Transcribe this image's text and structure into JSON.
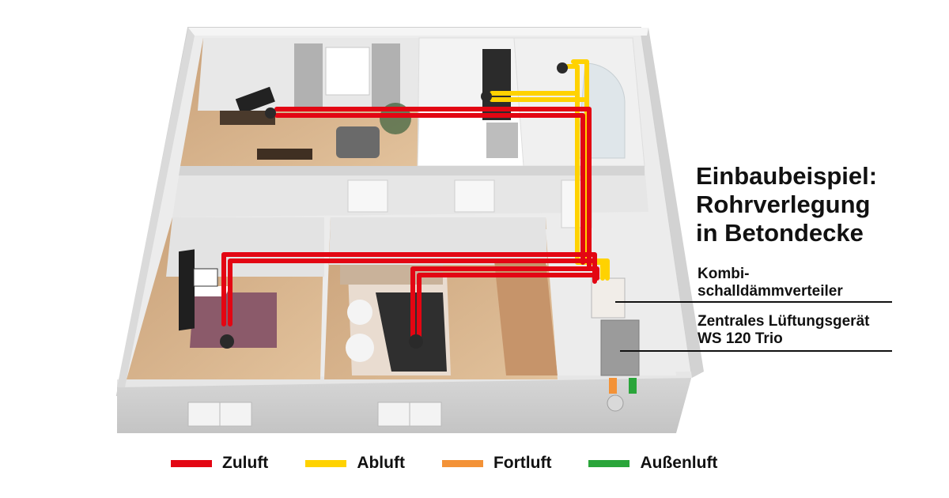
{
  "heading": {
    "lines": [
      "Einbaubeispiel:",
      "Rohrverlegung",
      "in Betondecke"
    ]
  },
  "callouts": {
    "kombi": [
      "Kombi-",
      "schalldämmverteiler"
    ],
    "geraet": [
      "Zentrales Lüftungsgerät",
      "WS 120 Trio"
    ]
  },
  "legend": [
    {
      "label": "Zuluft",
      "color": "#e30613"
    },
    {
      "label": "Abluft",
      "color": "#ffd200"
    },
    {
      "label": "Fortluft",
      "color": "#f39237"
    },
    {
      "label": "Außenluft",
      "color": "#2aa53a"
    }
  ],
  "colors": {
    "zuluft": "#e30613",
    "abluft": "#ffd200",
    "fortluft": "#f39237",
    "aussenluft": "#2aa53a",
    "wall": "#e9e9e9",
    "floor": "#d9b48a"
  }
}
